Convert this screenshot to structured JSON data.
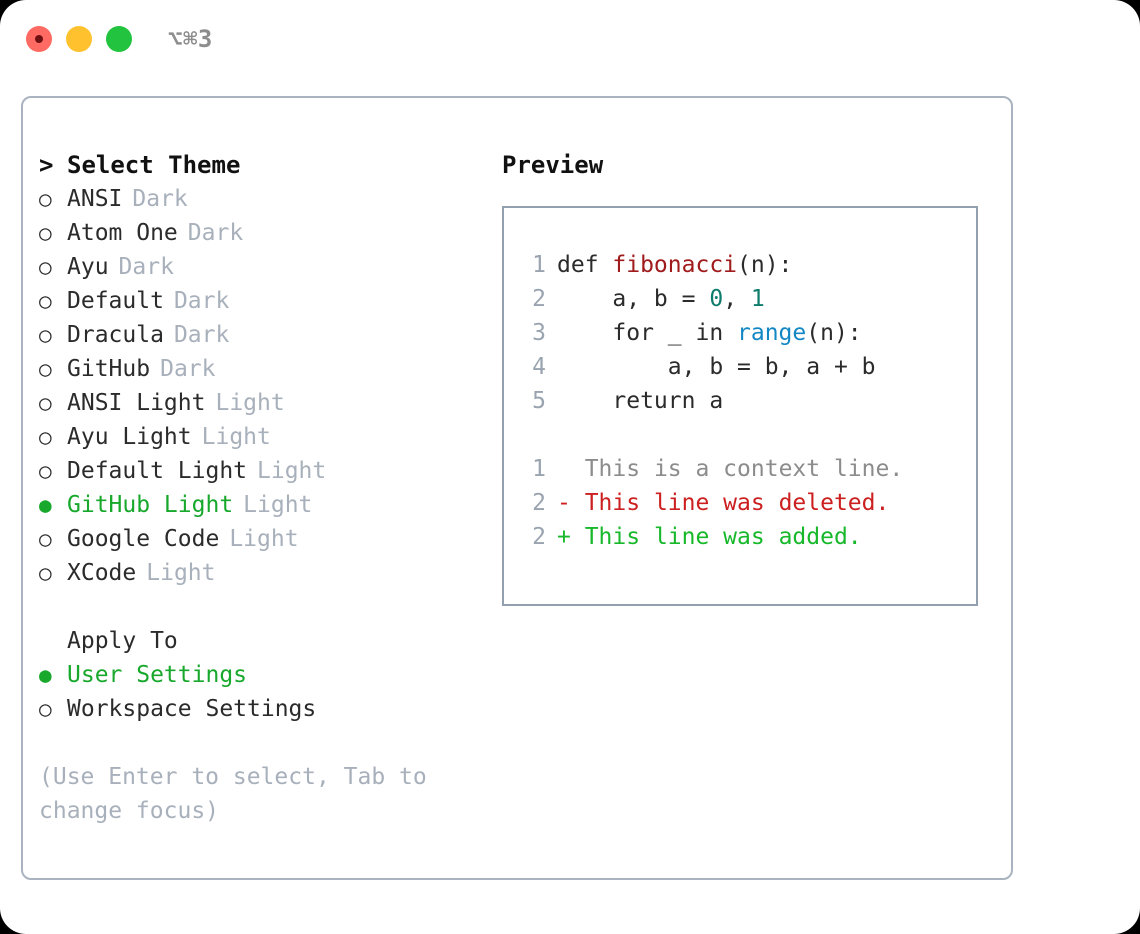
{
  "window": {
    "traffic_lights": [
      "close",
      "minimize",
      "maximize"
    ],
    "shortcut_label": "⌥⌘3"
  },
  "theme_picker": {
    "header": {
      "prompt": ">",
      "title": "Select Theme"
    },
    "items": [
      {
        "bullet": "○",
        "name": "ANSI",
        "variant": "Dark",
        "selected": false
      },
      {
        "bullet": "○",
        "name": "Atom One",
        "variant": "Dark",
        "selected": false
      },
      {
        "bullet": "○",
        "name": "Ayu",
        "variant": "Dark",
        "selected": false
      },
      {
        "bullet": "○",
        "name": "Default",
        "variant": "Dark",
        "selected": false
      },
      {
        "bullet": "○",
        "name": "Dracula",
        "variant": "Dark",
        "selected": false
      },
      {
        "bullet": "○",
        "name": "GitHub",
        "variant": "Dark",
        "selected": false
      },
      {
        "bullet": "○",
        "name": "ANSI Light",
        "variant": "Light",
        "selected": false
      },
      {
        "bullet": "○",
        "name": "Ayu Light",
        "variant": "Light",
        "selected": false
      },
      {
        "bullet": "○",
        "name": "Default Light",
        "variant": "Light",
        "selected": false
      },
      {
        "bullet": "●",
        "name": "GitHub Light",
        "variant": "Light",
        "selected": true
      },
      {
        "bullet": "○",
        "name": "Google Code",
        "variant": "Light",
        "selected": false
      },
      {
        "bullet": "○",
        "name": "XCode",
        "variant": "Light",
        "selected": false
      }
    ]
  },
  "apply_to": {
    "label": "Apply To",
    "options": [
      {
        "bullet": "●",
        "name": "User Settings",
        "selected": true
      },
      {
        "bullet": "○",
        "name": "Workspace Settings",
        "selected": false
      }
    ]
  },
  "hint": "(Use Enter to select, Tab to change focus)",
  "preview": {
    "title": "Preview",
    "code_lines": [
      {
        "num": "1",
        "segments": [
          {
            "text": "def ",
            "cls": "code-txt"
          },
          {
            "text": "fibonacci",
            "cls": "tok-fn"
          },
          {
            "text": "(n):",
            "cls": "code-txt"
          }
        ]
      },
      {
        "num": "2",
        "segments": [
          {
            "text": "    a, b = ",
            "cls": "code-txt"
          },
          {
            "text": "0",
            "cls": "tok-num"
          },
          {
            "text": ", ",
            "cls": "code-txt"
          },
          {
            "text": "1",
            "cls": "tok-num"
          }
        ]
      },
      {
        "num": "3",
        "segments": [
          {
            "text": "    for _ in ",
            "cls": "code-txt"
          },
          {
            "text": "range",
            "cls": "tok-call"
          },
          {
            "text": "(n):",
            "cls": "code-txt"
          }
        ]
      },
      {
        "num": "4",
        "segments": [
          {
            "text": "        a, b = b, a + b",
            "cls": "code-txt"
          }
        ]
      },
      {
        "num": "5",
        "segments": [
          {
            "text": "    return a",
            "cls": "code-txt"
          }
        ]
      }
    ],
    "diff_lines": [
      {
        "num": "1",
        "marker": "  ",
        "text": "This is a context line.",
        "cls": "diff-ctx"
      },
      {
        "num": "2",
        "marker": "- ",
        "text": "This line was deleted.",
        "cls": "diff-del"
      },
      {
        "num": "2",
        "marker": "+ ",
        "text": "This line was added.",
        "cls": "diff-add"
      }
    ]
  },
  "colors": {
    "accent_green": "#17a82c",
    "border": "#aab4c0",
    "muted": "#a8b0bb",
    "diff_add": "#18b82b",
    "diff_del": "#cc1f1f",
    "token_function": "#a01b1b",
    "token_number": "#0e7c6b",
    "token_call": "#1387c4"
  }
}
